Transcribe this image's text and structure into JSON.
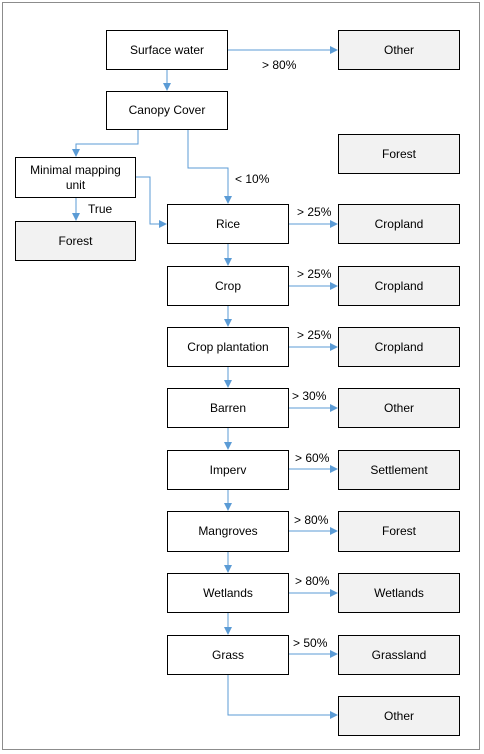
{
  "colors": {
    "connector": "#5b9bd5",
    "process_fill": "#ffffff",
    "class_fill": "#f2f2f2",
    "border": "#000000"
  },
  "nodes": {
    "surface_water": "Surface water",
    "other_1": "Other",
    "canopy_cover": "Canopy Cover",
    "forest_top": "Forest",
    "minimal_mapping_unit": "Minimal mapping unit",
    "forest_left": "Forest",
    "rice": "Rice",
    "cropland_1": "Cropland",
    "crop": "Crop",
    "cropland_2": "Cropland",
    "crop_plantation": "Crop plantation",
    "cropland_3": "Cropland",
    "barren": "Barren",
    "other_2": "Other",
    "imperv": "Imperv",
    "settlement": "Settlement",
    "mangroves": "Mangroves",
    "forest_mangroves": "Forest",
    "wetlands": "Wetlands",
    "wetlands_class": "Wetlands",
    "grass": "Grass",
    "grassland": "Grassland",
    "other_3": "Other"
  },
  "labels": {
    "surface_water_threshold": "> 80%",
    "canopy_threshold": "< 10%",
    "mmu_true": "True",
    "rice_threshold": "> 25%",
    "crop_threshold": "> 25%",
    "crop_plantation_threshold": "> 25%",
    "barren_threshold": "> 30%",
    "imperv_threshold": "> 60%",
    "mangroves_threshold": "> 80%",
    "wetlands_threshold": "> 80%",
    "grass_threshold": "> 50%"
  }
}
